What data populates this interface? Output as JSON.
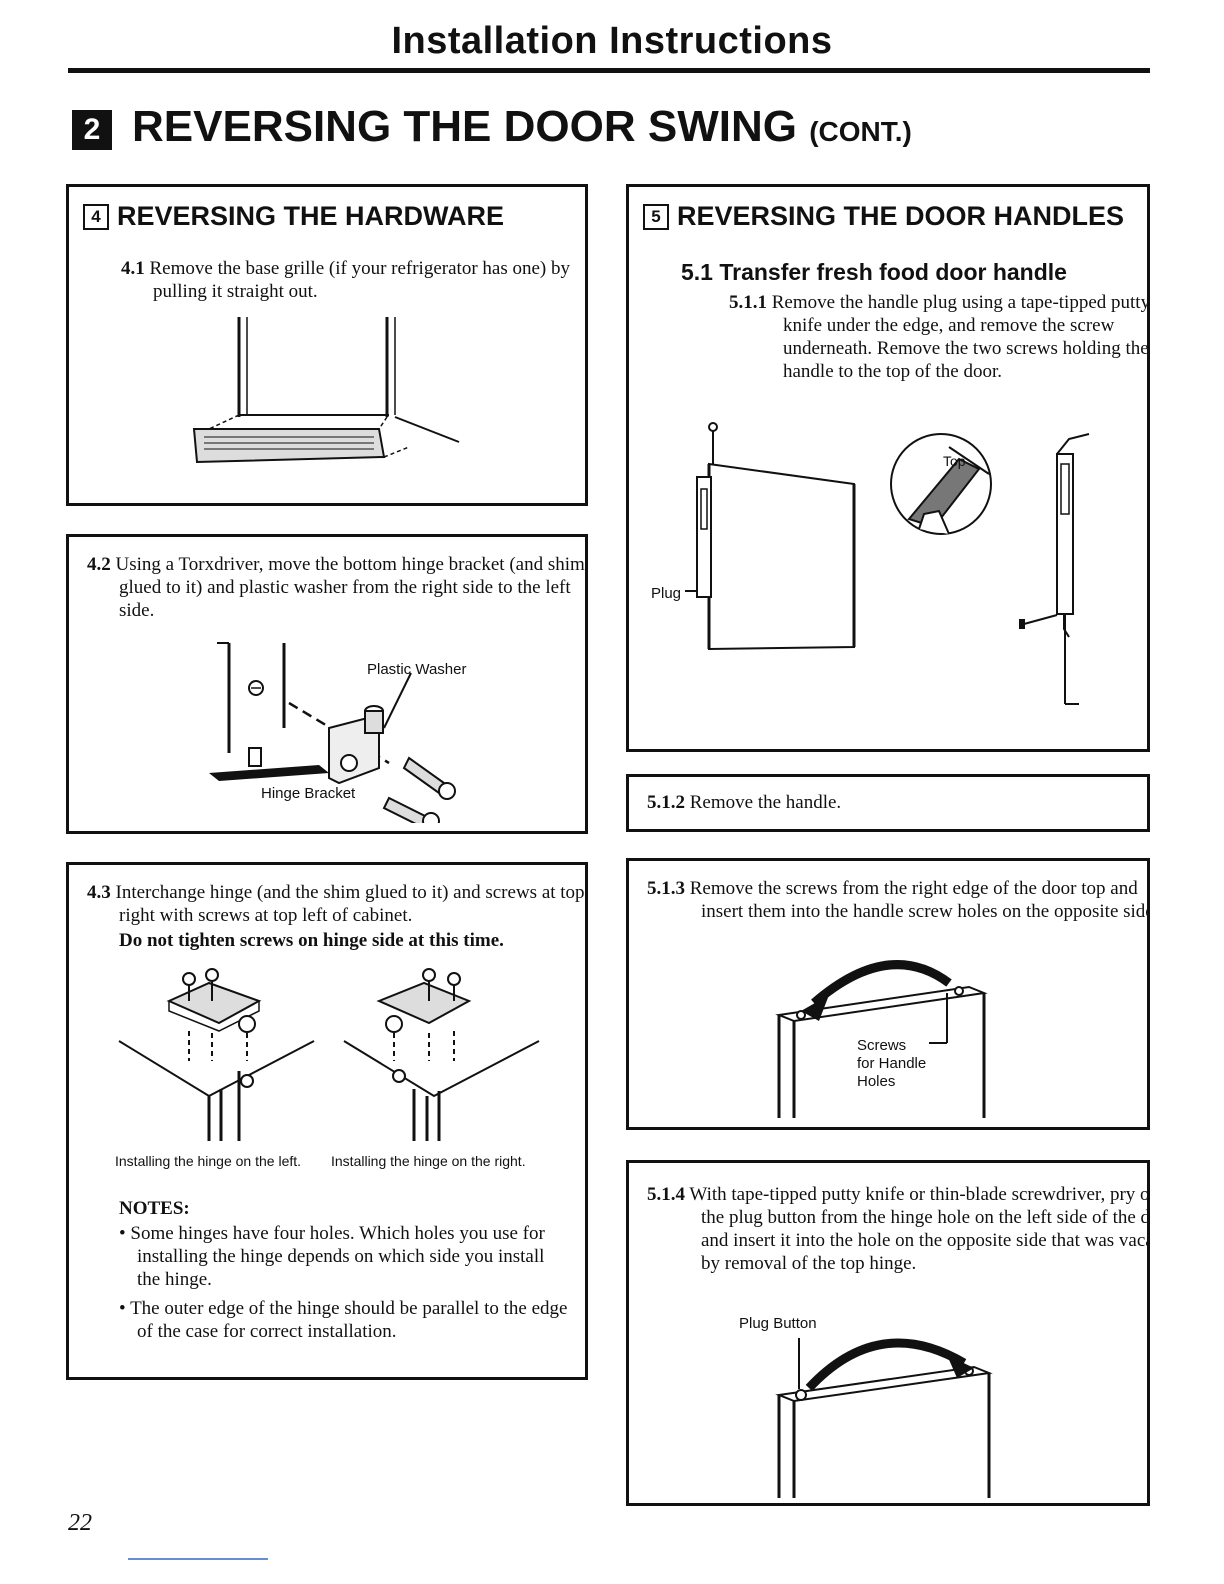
{
  "header": {
    "title": "Installation Instructions"
  },
  "section": {
    "number": "2",
    "title": "REVERSING THE DOOR SWING",
    "cont": "(CONT.)"
  },
  "hardware": {
    "number": "4",
    "title": "REVERSING THE HARDWARE",
    "step_4_1": {
      "num": "4.1",
      "text": "Remove the base grille (if your refrigerator has one) by pulling it straight out."
    },
    "step_4_2": {
      "num": "4.2",
      "text": "Using a Torxdriver, move the bottom hinge bracket (and shim glued to it) and plastic washer from the right side to the left side.",
      "label_washer": "Plastic Washer",
      "label_bracket": "Hinge Bracket"
    },
    "step_4_3": {
      "num": "4.3",
      "text": "Interchange hinge (and the shim glued to it) and screws at top right with screws at top left of cabinet.",
      "warning": "Do not tighten screws on hinge side at this time.",
      "caption_left": "Installing the hinge on the left.",
      "caption_right": "Installing the hinge on the right.",
      "notes_title": "NOTES:",
      "notes": [
        "Some hinges have four holes. Which holes you use for installing the hinge depends on which side you install the hinge.",
        "The outer edge of the hinge should be parallel to the edge of the case for correct installation."
      ]
    }
  },
  "handles": {
    "number": "5",
    "title": "REVERSING THE DOOR HANDLES",
    "sub_title": "5.1 Transfer fresh food door handle",
    "step_5_1_1": {
      "num": "5.1.1",
      "text": "Remove the handle plug using a tape-tipped putty knife under the edge, and remove the screw underneath. Remove the two screws holding the handle to the top of the door.",
      "label_plug": "Plug",
      "label_top": "Top"
    },
    "step_5_1_2": {
      "num": "5.1.2",
      "text": "Remove the handle."
    },
    "step_5_1_3": {
      "num": "5.1.3",
      "text": "Remove the screws from the right edge of the door top and insert them into the handle screw holes on the opposite side.",
      "label_screws_1": "Screws",
      "label_screws_2": "for Handle",
      "label_screws_3": "Holes"
    },
    "step_5_1_4": {
      "num": "5.1.4",
      "text": "With tape-tipped putty knife or thin-blade screwdriver, pry out the plug button from the hinge hole on the left side of the door and insert it into the hole on the opposite side that was vacated by removal of the top hinge.",
      "label_plug_button": "Plug Button"
    }
  },
  "page_number": "22"
}
